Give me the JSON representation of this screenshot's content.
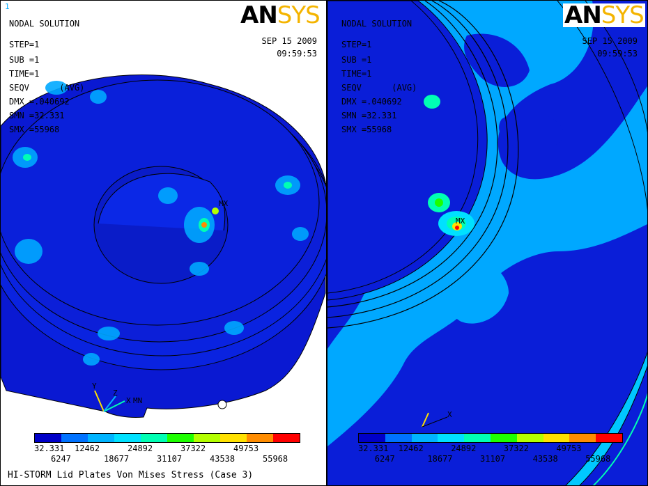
{
  "window_number": "1",
  "left_panel": {
    "title": "NODAL SOLUTION",
    "step": "STEP=1",
    "sub": "SUB =1",
    "time": "TIME=1",
    "seqv": "SEQV      (AVG)",
    "dmx": "DMX =.040692",
    "smn": "SMN =32.331",
    "smx": "SMX =55968",
    "date": "SEP 15 2009",
    "time_stamp": "09:59:53",
    "mx_label": "MX",
    "mn_label": "MN",
    "axis_x": "X",
    "axis_y": "Y",
    "axis_z": "Z"
  },
  "right_panel": {
    "title": "NODAL SOLUTION",
    "step": "STEP=1",
    "sub": "SUB =1",
    "time": "TIME=1",
    "seqv": "SEQV      (AVG)",
    "dmx": "DMX =.040692",
    "smn": "SMN =32.331",
    "smx": "SMX =55968",
    "date": "SEP 15 2009",
    "time_stamp": "09:59:53",
    "mx_label": "MX",
    "axis_x": "X"
  },
  "logo": {
    "an": "AN",
    "sys": "SYS"
  },
  "legend": {
    "colors": [
      "#0000c8",
      "#0072ff",
      "#00b4ff",
      "#00e1ff",
      "#00ffb4",
      "#1eff00",
      "#b4ff00",
      "#ffe100",
      "#ff8c00",
      "#ff0000"
    ],
    "top_labels": [
      "32.331",
      "12462",
      "24892",
      "37322",
      "49753"
    ],
    "bottom_labels": [
      "6247",
      "18677",
      "31107",
      "43538",
      "55968"
    ]
  },
  "caption": "HI-STORM Lid Plates Von Mises Stress (Case 3)"
}
